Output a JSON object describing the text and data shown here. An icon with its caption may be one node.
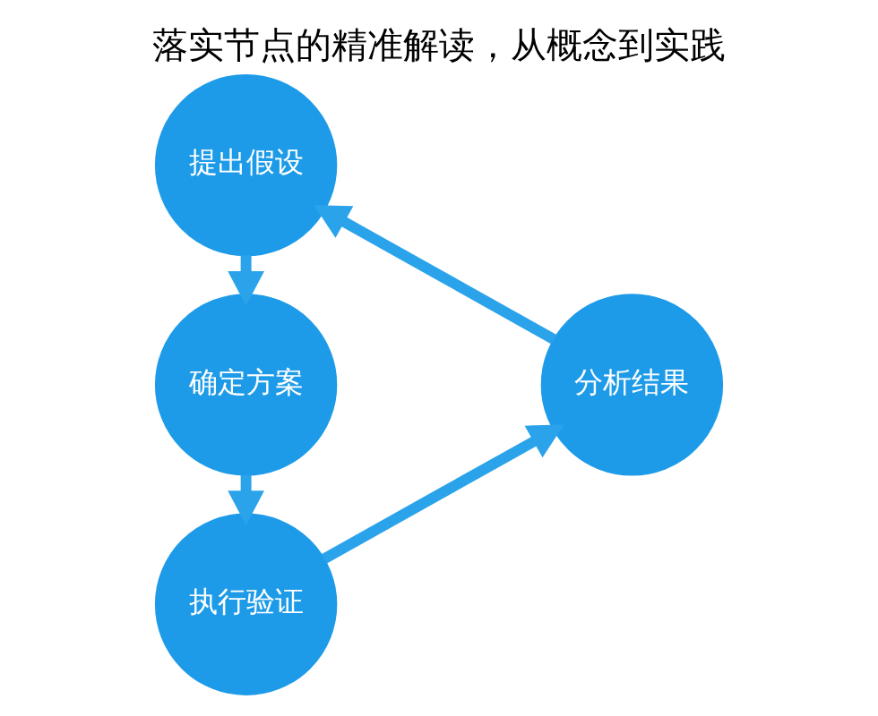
{
  "diagram": {
    "title": "落实节点的精准解读，从概念到实践",
    "nodes": [
      {
        "text": [
          "提出假设"
        ]
      },
      {
        "text": [
          "分析结果"
        ]
      },
      {
        "text": [
          "确定方案"
        ]
      },
      {
        "text": [
          "执行验证"
        ]
      }
    ],
    "edges": [
      {
        "from": 0,
        "to": 2,
        "arrow": "to"
      },
      {
        "from": 2,
        "to": 3,
        "arrow": "to"
      },
      {
        "from": 3,
        "to": 1,
        "arrow": "to"
      },
      {
        "from": 1,
        "to": 0,
        "arrow": "to"
      }
    ]
  }
}
